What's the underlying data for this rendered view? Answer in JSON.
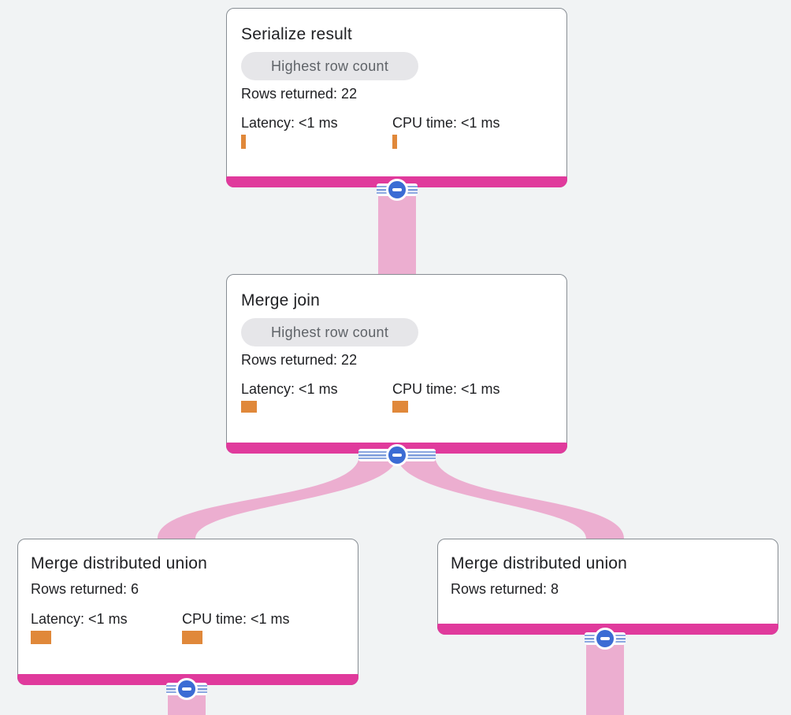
{
  "colors": {
    "background": "#f1f3f4",
    "card_footer": "#e03a9c",
    "link": "#ecaed0",
    "metric_bar": "#e0883a",
    "toggle_blue": "#3b6cd4",
    "badge_bg": "#e6e6e9",
    "badge_text": "#5f6368",
    "title_text": "#202124",
    "body_text": "#202124"
  },
  "nodes": [
    {
      "title": "Serialize result",
      "badge": "Highest row count",
      "rows_label": "Rows returned: 22",
      "latency_label": "Latency: <1 ms",
      "cpu_label": "CPU time: <1 ms",
      "latency_bar_style": "width:6px;height:18px",
      "cpu_bar_style": "width:6px;height:18px"
    },
    {
      "title": "Merge join",
      "badge": "Highest row count",
      "rows_label": "Rows returned: 22",
      "latency_label": "Latency: <1 ms",
      "cpu_label": "CPU time: <1 ms",
      "latency_bar_style": "width:20px;height:15px",
      "cpu_bar_style": "width:20px;height:15px"
    },
    {
      "title": "Merge distributed union",
      "rows_label": "Rows returned: 6",
      "latency_label": "Latency: <1 ms",
      "cpu_label": "CPU time: <1 ms",
      "latency_bar_style": "width:26px;height:17px",
      "cpu_bar_style": "width:26px;height:17px"
    },
    {
      "title": "Merge distributed union",
      "rows_label": "Rows returned: 8"
    }
  ]
}
